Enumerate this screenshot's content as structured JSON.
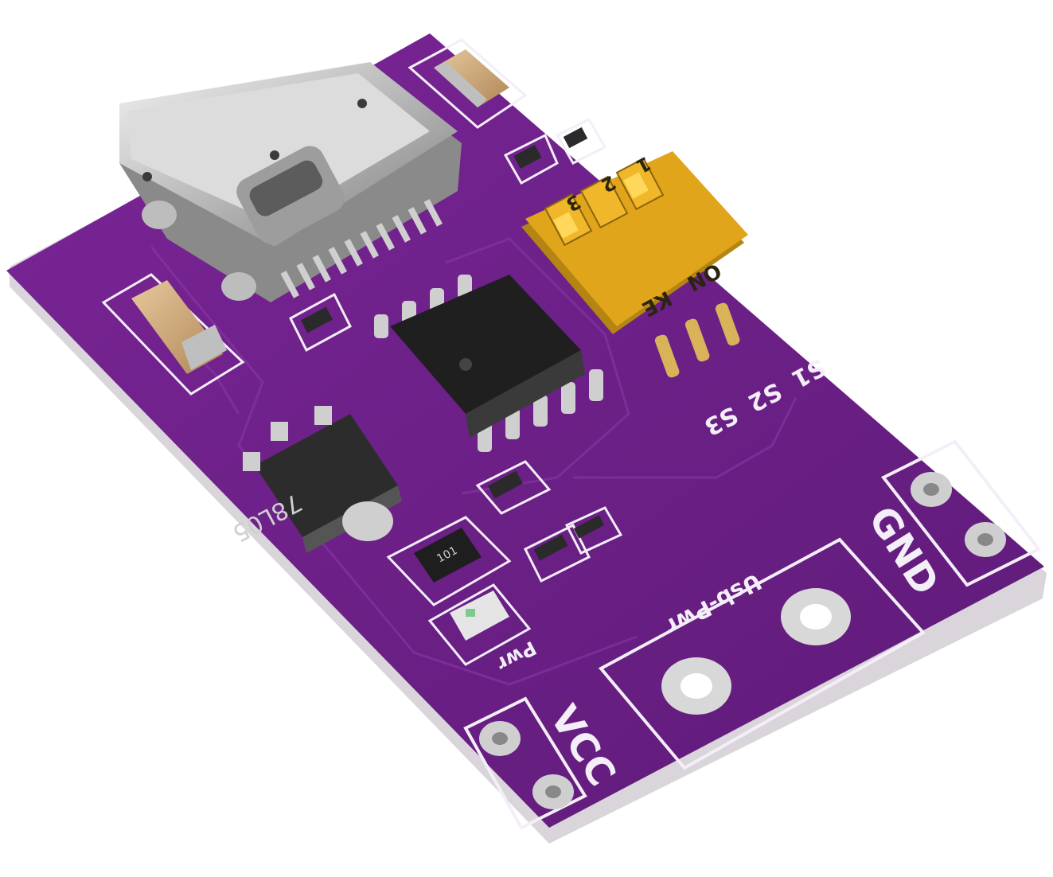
{
  "board": {
    "colors": {
      "pcb": "#6a1f86",
      "pcb_dark": "#531869",
      "pcb_edge": "#d6d2d8",
      "silkscreen": "#f4eef8",
      "copper_pad": "#b9b9b9",
      "usb_metal": "#c9c9c9",
      "dip_switch": "#e0a51a",
      "ic_body": "#1d1d1d"
    },
    "usb_connector": {
      "icon": "usb-c-port-icon"
    },
    "regulator": {
      "marking": "78L05"
    },
    "ic": {
      "icon": "soic-chip-icon"
    },
    "resistor": {
      "marking": "101"
    },
    "dip_switch": {
      "numbers": [
        "1",
        "2",
        "3"
      ],
      "on_label": "ON",
      "brand_label": "KE",
      "silk_labels": [
        "S1",
        "S2",
        "S3"
      ]
    },
    "labels": {
      "gnd": "GND",
      "vcc": "VCC",
      "usb_pwr": "Usb-Pwr",
      "pwr": "Pwr"
    }
  }
}
